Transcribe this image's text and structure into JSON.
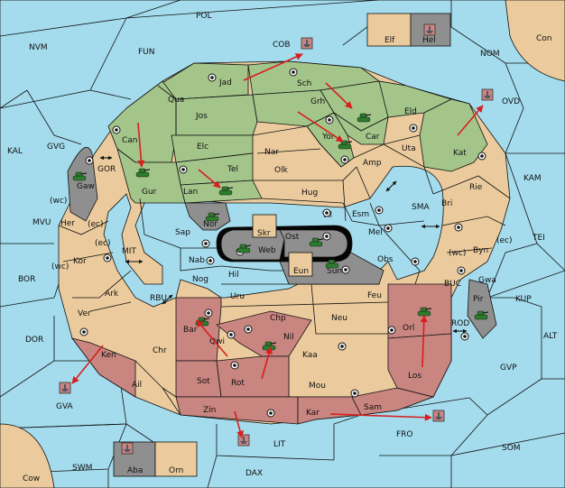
{
  "board": {
    "colors": {
      "sea": "#a4dced",
      "neutral": "#ebcb9d",
      "green_power": "#a4c58a",
      "red_power": "#c98580",
      "grey_power": "#8f8f8f",
      "order_arrow": "#d81e1e"
    },
    "seas": {
      "pol": "POL",
      "nvm": "NVM",
      "fun": "FUN",
      "cob": "COB",
      "nom": "NOM",
      "con": "Con",
      "ovd": "OVD",
      "kal": "KAL",
      "gvg": "GVG",
      "gor": "GOR",
      "kam": "KAM",
      "sma": "SMA",
      "tei": "TEI",
      "mvu": "MVU",
      "mit": "MIT",
      "bor": "BOR",
      "rbu": "RBU",
      "buc": "BUC",
      "kup": "KUP",
      "rod": "ROD",
      "alt": "ALT",
      "dor": "DOR",
      "gvp": "GVP",
      "gva": "GVA",
      "fro": "FRO",
      "lit": "LIT",
      "som": "SOM",
      "swm": "SWM",
      "dax": "DAX",
      "cow": "Cow"
    },
    "regions": {
      "jad": "Jad",
      "sch": "Sch",
      "qua": "Qua",
      "jos": "Jos",
      "grh": "Grh",
      "eld": "Eld",
      "can": "Can",
      "yor": "Yor",
      "car": "Car",
      "elc": "Elc",
      "nar": "Nar",
      "uta": "Uta",
      "kat": "Kat",
      "gaw": "Gaw",
      "gur": "Gur",
      "tel": "Tel",
      "olk": "Olk",
      "amp": "Amp",
      "lan": "Lan",
      "hug": "Hug",
      "rie": "Rie",
      "nor": "Nor",
      "vil": "Vil",
      "esm": "Esm",
      "bri": "Bri",
      "her": "Her",
      "sap": "Sap",
      "skr": "Skr",
      "ost": "Ost",
      "mel": "Mel",
      "web": "Web",
      "byn": "Byn",
      "kor": "Kor",
      "nab": "Nab",
      "obs": "Obs",
      "gwa": "Gwa",
      "hil": "Hil",
      "eun": "Eun",
      "sun": "Sun",
      "nog": "Nog",
      "ark": "Ark",
      "uru": "Uru",
      "feu": "Feu",
      "pir": "Pir",
      "bar": "Bar",
      "chp": "Chp",
      "neu": "Neu",
      "orl": "Orl",
      "ver": "Ver",
      "qwi": "Qwi",
      "nil": "Nil",
      "ken": "Ken",
      "chr": "Chr",
      "kaa": "Kaa",
      "los": "Los",
      "sot": "Sot",
      "rot": "Rot",
      "mou": "Mou",
      "ail": "Ail",
      "zin": "Zin",
      "kar": "Kar",
      "sam": "Sam",
      "elf": "Elf",
      "hel": "Hel",
      "aba": "Aba",
      "orn": "Orn"
    },
    "coast_markers": {
      "her_wc": "(wc)",
      "her_ec": "(ec)",
      "kor_wc": "(wc)",
      "kor_ec": "(ec)",
      "byn_wc": "(wc)",
      "byn_ec": "(ec)"
    }
  }
}
